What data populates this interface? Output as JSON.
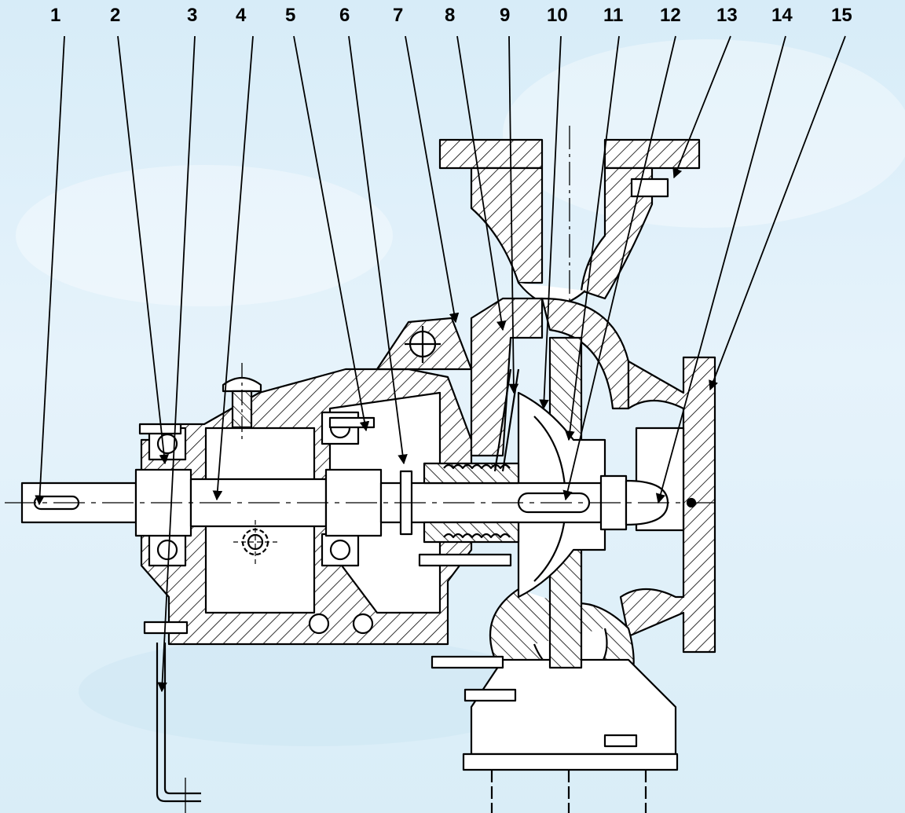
{
  "diagram": {
    "callouts": [
      {
        "label": "1"
      },
      {
        "label": "2"
      },
      {
        "label": "3"
      },
      {
        "label": "4"
      },
      {
        "label": "5"
      },
      {
        "label": "6"
      },
      {
        "label": "7"
      },
      {
        "label": "8"
      },
      {
        "label": "9"
      },
      {
        "label": "10"
      },
      {
        "label": "11"
      },
      {
        "label": "12"
      },
      {
        "label": "13"
      },
      {
        "label": "14"
      },
      {
        "label": "15"
      }
    ],
    "colors": {
      "ink": "#000000",
      "background": "#dcedf7",
      "metal": "#ffffff"
    }
  }
}
